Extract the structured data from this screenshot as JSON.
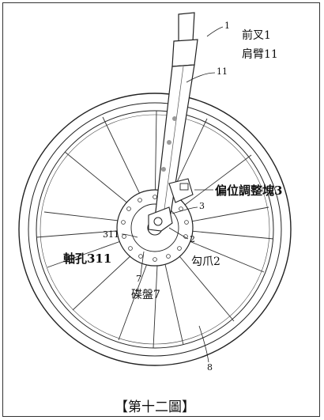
{
  "labels": {
    "ref_1": "1",
    "front_fork": "前叉1",
    "shoulder_arm": "肩臂11",
    "ref_11": "11",
    "offset_block": "偏位調整塊3",
    "ref_3": "3",
    "ref_311": "311",
    "ref_2": "2",
    "axle_hole": "軸孔311",
    "hook_claw": "勾爪2",
    "ref_7": "7",
    "disc": "碟盤7",
    "ref_8": "8",
    "caption": "【第十二圖】"
  }
}
